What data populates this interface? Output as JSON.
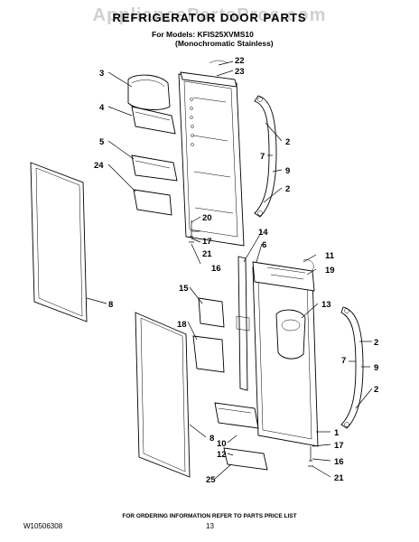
{
  "header": {
    "watermark": "AppliancePartsPros.com",
    "title": "REFRIGERATOR DOOR PARTS",
    "models_line": "For Models: KFIS25XVMS10",
    "models_subline": "(Monochromatic Stainless)"
  },
  "callouts": [
    {
      "id": "c22a",
      "label": "22"
    },
    {
      "id": "c23",
      "label": "23"
    },
    {
      "id": "c3",
      "label": "3"
    },
    {
      "id": "c4",
      "label": "4"
    },
    {
      "id": "c5",
      "label": "5"
    },
    {
      "id": "c24",
      "label": "24"
    },
    {
      "id": "c2a",
      "label": "2"
    },
    {
      "id": "c7a",
      "label": "7"
    },
    {
      "id": "c9a",
      "label": "9"
    },
    {
      "id": "c2b",
      "label": "2"
    },
    {
      "id": "c20",
      "label": "20"
    },
    {
      "id": "c17a",
      "label": "17"
    },
    {
      "id": "c21a",
      "label": "21"
    },
    {
      "id": "c16a",
      "label": "16"
    },
    {
      "id": "c14",
      "label": "14"
    },
    {
      "id": "c6",
      "label": "6"
    },
    {
      "id": "c11",
      "label": "11"
    },
    {
      "id": "c19",
      "label": "19"
    },
    {
      "id": "c8a",
      "label": "8"
    },
    {
      "id": "c15",
      "label": "15"
    },
    {
      "id": "c13",
      "label": "13"
    },
    {
      "id": "c18",
      "label": "18"
    },
    {
      "id": "c2c",
      "label": "2"
    },
    {
      "id": "c7b",
      "label": "7"
    },
    {
      "id": "c9b",
      "label": "9"
    },
    {
      "id": "c2d",
      "label": "2"
    },
    {
      "id": "c1",
      "label": "1"
    },
    {
      "id": "c8b",
      "label": "8"
    },
    {
      "id": "c10",
      "label": "10"
    },
    {
      "id": "c12",
      "label": "12"
    },
    {
      "id": "c17b",
      "label": "17"
    },
    {
      "id": "c16b",
      "label": "16"
    },
    {
      "id": "c25",
      "label": "25"
    },
    {
      "id": "c21b",
      "label": "21"
    }
  ],
  "footer": {
    "ordering_note": "FOR ORDERING INFORMATION REFER TO PARTS PRICE LIST",
    "doc_number": "W10506308",
    "page_number": "13"
  }
}
